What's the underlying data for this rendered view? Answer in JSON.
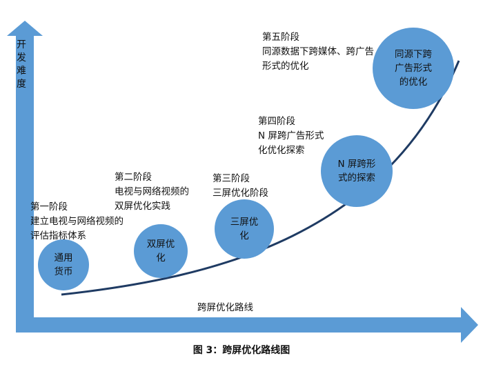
{
  "axes": {
    "y_label": "开发难度",
    "x_label": "跨屏优化路线"
  },
  "stages": [
    {
      "heading": "第一阶段",
      "lines": [
        "建立电视与网络视频的",
        "评估指标体系"
      ],
      "circle": [
        "通用",
        "货币"
      ]
    },
    {
      "heading": "第二阶段",
      "lines": [
        "电视与网络视频的",
        "双屏优化实践"
      ],
      "circle": [
        "双屏优",
        "化"
      ]
    },
    {
      "heading": "第三阶段",
      "lines": [
        "三屏优化阶段"
      ],
      "circle": [
        "三屏优",
        "化"
      ]
    },
    {
      "heading": "第四阶段",
      "lines": [
        "N  屏跨广告形式",
        "化优化探索"
      ],
      "circle": [
        "N 屏跨形",
        "式的探索"
      ]
    },
    {
      "heading": "第五阶段",
      "lines": [
        "同源数据下跨媒体、跨广告",
        "形式的优化"
      ],
      "circle": [
        "同源下跨",
        "广告形式",
        "的优化"
      ]
    }
  ],
  "caption": "图 3：跨屏优化路线图",
  "colors": {
    "axis": "#5b9bd5",
    "circle": "#5b9bd5",
    "curve": "#1f3b63"
  }
}
